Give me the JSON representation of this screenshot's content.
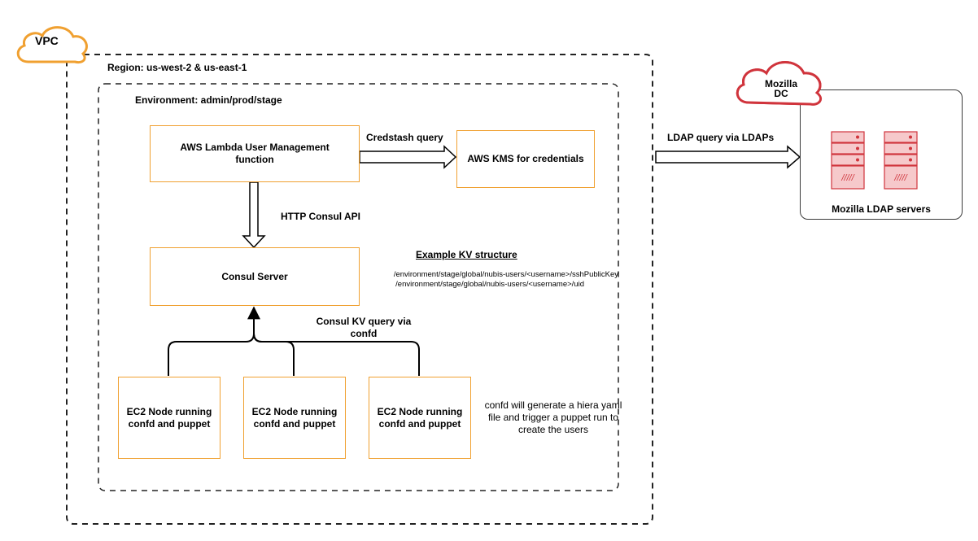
{
  "vpc": {
    "label": "VPC"
  },
  "region": {
    "label": "Region: us-west-2 & us-east-1"
  },
  "environment": {
    "label": "Environment: admin/prod/stage"
  },
  "nodes": {
    "lambda": "AWS Lambda User Management function",
    "kms": "AWS KMS for credentials",
    "consul": "Consul Server",
    "ec2_1": "EC2 Node running confd and puppet",
    "ec2_2": "EC2 Node running confd and puppet",
    "ec2_3": "EC2 Node running confd and puppet"
  },
  "edges": {
    "credstash": "Credstash query",
    "http_consul": "HTTP Consul API",
    "consul_kv": "Consul KV query via confd",
    "ldap_query": "LDAP query via LDAPs"
  },
  "kv_structure": {
    "title": "Example KV structure",
    "lines": [
      "/environment/stage/global/nubis-users/<username>/sshPublicKey",
      "/environment/stage/global/nubis-users/<username>/uid"
    ]
  },
  "confd_note": "confd will generate a hiera yaml file and trigger a puppet run to create the users",
  "mozilla_dc": {
    "label_line1": "Mozilla",
    "label_line2": "DC"
  },
  "ldap_servers": {
    "label": "Mozilla LDAP servers"
  },
  "colors": {
    "orange": "#f0a030",
    "red": "#d0343c",
    "light_red": "#f6c9cb",
    "dark": "#222222"
  }
}
